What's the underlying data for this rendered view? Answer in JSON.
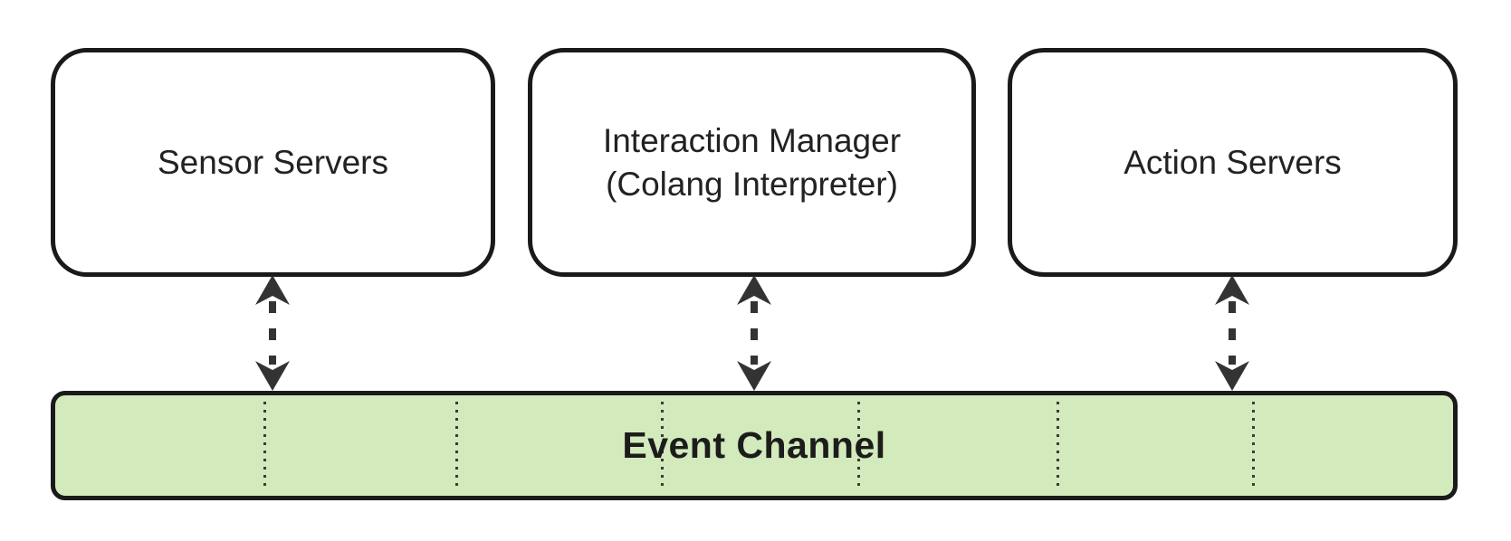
{
  "boxes": [
    {
      "line1": "Sensor Servers",
      "line2": ""
    },
    {
      "line1": "Interaction Manager",
      "line2": "(Colang Interpreter)"
    },
    {
      "line1": "Action Servers",
      "line2": ""
    }
  ],
  "event_channel": {
    "label": "Event Channel",
    "divider_count": 6
  },
  "connectors": [
    {
      "from": "Sensor Servers",
      "to": "Event Channel",
      "style": "dashed",
      "bidirectional": true
    },
    {
      "from": "Interaction Manager (Colang Interpreter)",
      "to": "Event Channel",
      "style": "dashed",
      "bidirectional": true
    },
    {
      "from": "Action Servers",
      "to": "Event Channel",
      "style": "dashed",
      "bidirectional": true
    }
  ],
  "colors": {
    "background": "#ffffff",
    "node_fill": "#ffffff",
    "node_stroke": "#1a1a1a",
    "event_channel_fill": "#d3eabc",
    "event_channel_stroke": "#1a1a1a",
    "arrow": "#333333",
    "text": "#222222",
    "divider_dot": "#3a3a3a"
  }
}
